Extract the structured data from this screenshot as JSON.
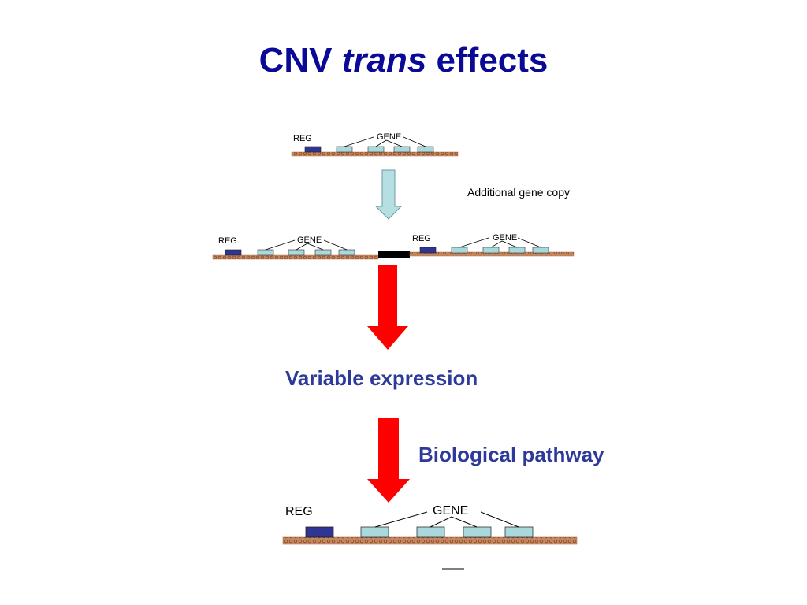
{
  "slide": {
    "title_part1": "CNV ",
    "title_part2": "trans",
    "title_part3": " effects",
    "annotation_additional": "Additional gene copy",
    "label_variable": "Variable expression",
    "label_pathway": "Biological pathway"
  },
  "constructs": {
    "top": {
      "reg": "REG",
      "gene": "GENE"
    },
    "middle_left": {
      "reg": "REG",
      "gene": "GENE"
    },
    "middle_right": {
      "reg": "REG",
      "gene": "GENE"
    },
    "bottom": {
      "reg": "REG",
      "gene": "GENE"
    }
  },
  "colors": {
    "title": "#0a0a96",
    "heading": "#2e3a99",
    "reg_box": "#2e3592",
    "exon_box": "#a9d9dc",
    "dna_strand": "#b5704a",
    "red_arrow": "#ff0000",
    "light_arrow": "#b5dfe3",
    "insertion": "#000000"
  }
}
